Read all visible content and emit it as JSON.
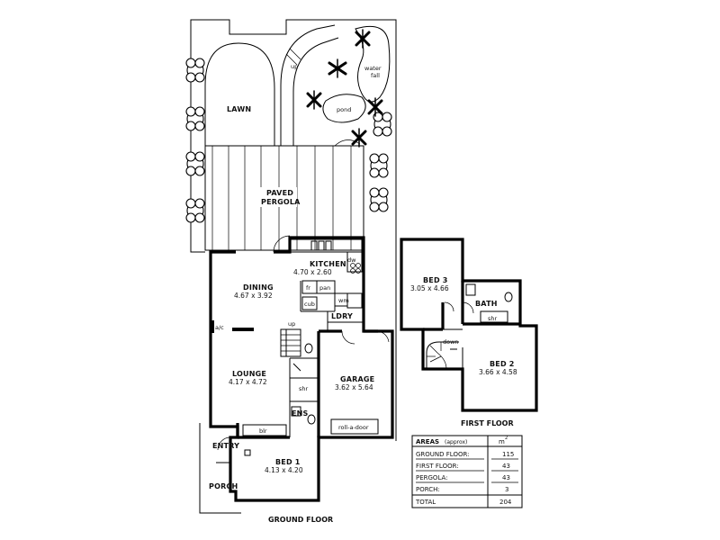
{
  "garden": {
    "lawn": "LAWN",
    "up": "up",
    "water_fall": [
      "water",
      "fall"
    ],
    "pond": "pond",
    "paved_pergola": [
      "PAVED",
      "PERGOLA"
    ]
  },
  "ground_floor": {
    "caption": "GROUND FLOOR",
    "rooms": {
      "kitchen": {
        "name": "KITCHEN",
        "dims": "4.70 x 2.60"
      },
      "dining": {
        "name": "DINING",
        "dims": "4.67 x 3.92"
      },
      "lounge": {
        "name": "LOUNGE",
        "dims": "4.17 x 4.72"
      },
      "garage": {
        "name": "GARAGE",
        "dims": "3.62 x 5.64"
      },
      "bed1": {
        "name": "BED 1",
        "dims": "4.13 x 4.20"
      },
      "ldry": "LDRY",
      "ens": "ENS",
      "entry": "ENTRY",
      "porch": "PORCH"
    },
    "fixtures": {
      "dw": "dw",
      "fr": "fr",
      "pan": "pan",
      "wm": "wm",
      "cub": "cub",
      "up": "up",
      "ac": "a/c",
      "shr": "shr",
      "blr": "blr",
      "roll_a_door": "roll-a-door"
    }
  },
  "first_floor": {
    "caption": "FIRST FLOOR",
    "rooms": {
      "bed3": {
        "name": "BED 3",
        "dims": "3.05 x 4.66"
      },
      "bed2": {
        "name": "BED 2",
        "dims": "3.66 x 4.58"
      },
      "bath": "BATH"
    },
    "fixtures": {
      "shr": "shr",
      "down": "down"
    }
  },
  "areas": {
    "heading": "AREAS",
    "heading_note": "(approx)",
    "unit": "m",
    "unit_sup": "2",
    "rows": [
      {
        "label": "GROUND FLOOR:",
        "value": "115"
      },
      {
        "label": "FIRST FLOOR:",
        "value": "43"
      },
      {
        "label": "PERGOLA:",
        "value": "43"
      },
      {
        "label": "PORCH:",
        "value": "3"
      }
    ],
    "total_label": "TOTAL",
    "total_value": "204"
  }
}
